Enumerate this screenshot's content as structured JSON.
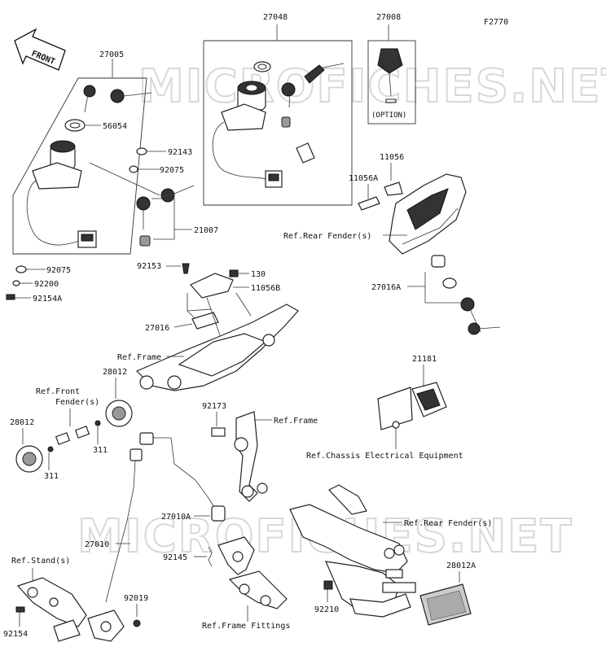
{
  "diagram_code": "F2770",
  "front_label": "FRONT",
  "watermark": "MICROFICHES.NET",
  "option_label": "(OPTION)",
  "parts": {
    "p27048": "27048",
    "p27008": "27008",
    "p27005": "27005",
    "p56054": "56054",
    "p92143": "92143",
    "p92075a": "92075",
    "p21007": "21007",
    "p92075b": "92075",
    "p92200": "92200",
    "p92154a": "92154A",
    "p11056": "11056",
    "p11056a": "11056A",
    "p27016a": "27016A",
    "p92153": "92153",
    "p130": "130",
    "p11056b": "11056B",
    "p27016": "27016",
    "p21181": "21181",
    "p28012a": "28012",
    "p28012b": "28012",
    "p311a": "311",
    "p311b": "311",
    "p92173": "92173",
    "p27010a": "27010A",
    "p27010": "27010",
    "p92145": "92145",
    "p92019": "92019",
    "p92154": "92154",
    "p92210": "92210",
    "p28012c": "28012A"
  },
  "refs": {
    "rear_fender_1": "Ref.Rear Fender(s)",
    "frame_1": "Ref.Frame",
    "front_fender": [
      "Ref.Front",
      "Fender(s)"
    ],
    "frame_2": "Ref.Frame",
    "chassis_elec": "Ref.Chassis Electrical Equipment",
    "rear_fender_2": "Ref.Rear Fender(s)",
    "stand": "Ref.Stand(s)",
    "frame_fittings": "Ref.Frame Fittings"
  }
}
